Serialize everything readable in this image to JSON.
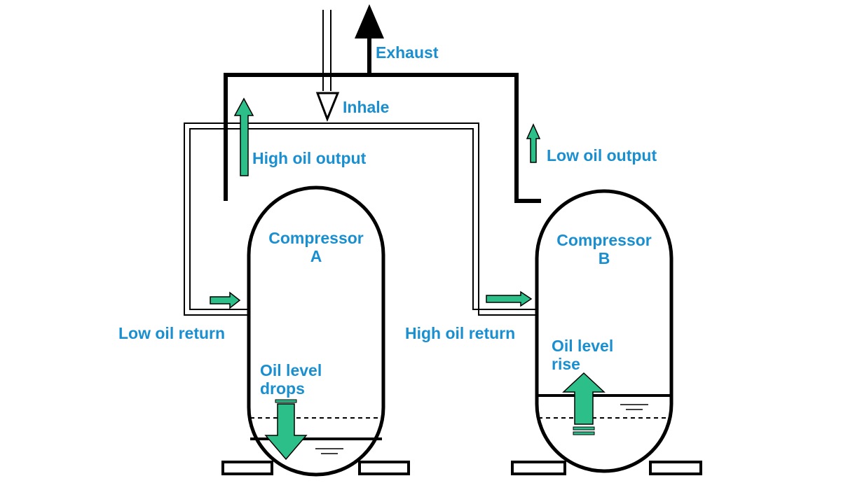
{
  "labels": {
    "exhaust": "Exhaust",
    "inhale": "Inhale",
    "high_oil_output": "High oil output",
    "low_oil_output": "Low oil output",
    "compressor_a_line1": "Compressor",
    "compressor_a_line2": "A",
    "compressor_b_line1": "Compressor",
    "compressor_b_line2": "B",
    "low_oil_return": "Low oil return",
    "high_oil_return": "High oil return",
    "oil_level_drops_line1": "Oil level",
    "oil_level_drops_line2": "drops",
    "oil_level_rise_line1": "Oil level",
    "oil_level_rise_line2": "rise"
  },
  "colors": {
    "label_text": "#1a8fd0",
    "arrow_fill": "#2dbf8a",
    "line": "#000000",
    "background": "#ffffff"
  }
}
